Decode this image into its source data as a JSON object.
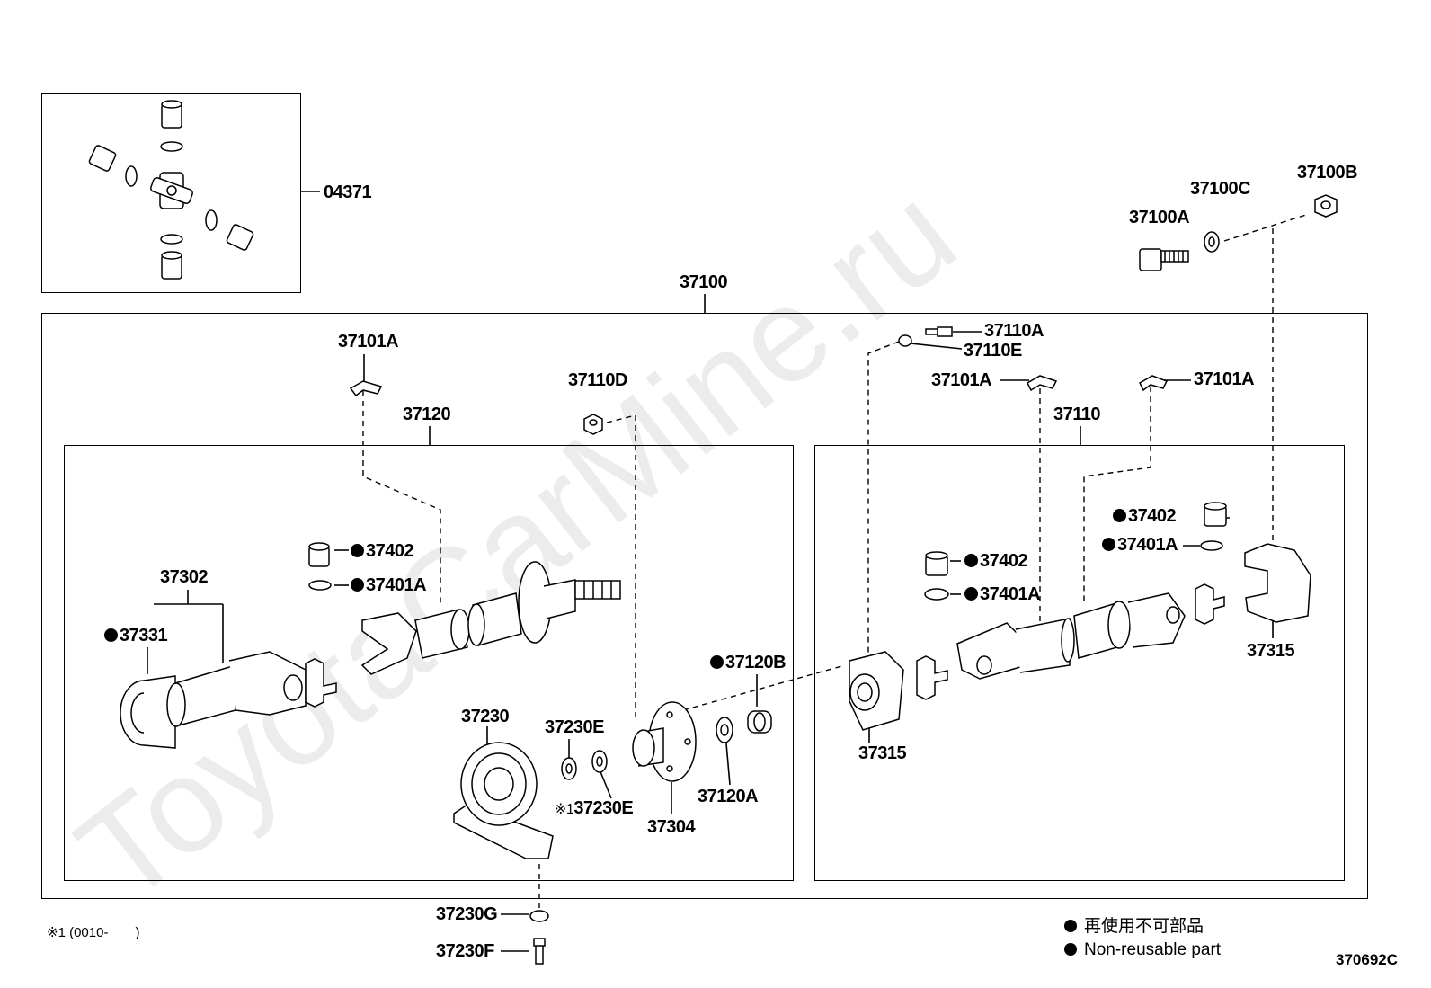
{
  "diagram": {
    "parts": {
      "p04371": "04371",
      "p37100": "37100",
      "p37100A": "37100A",
      "p37100B": "37100B",
      "p37100C": "37100C",
      "p37101A_left": "37101A",
      "p37101A_mid": "37101A",
      "p37101A_right": "37101A",
      "p37110": "37110",
      "p37110A": "37110A",
      "p37110D": "37110D",
      "p37110E": "37110E",
      "p37120": "37120",
      "p37120A": "37120A",
      "p37120B": "37120B",
      "p37230": "37230",
      "p37230E_a": "37230E",
      "p37230E_b": "37230E",
      "p37230E_b_prefix": "※1",
      "p37230F": "37230F",
      "p37230G": "37230G",
      "p37302": "37302",
      "p37304": "37304",
      "p37315_left": "37315",
      "p37315_right": "37315",
      "p37331": "37331",
      "p37401A_left": "37401A",
      "p37401A_mid": "37401A",
      "p37401A_right": "37401A",
      "p37402_left": "37402",
      "p37402_mid": "37402",
      "p37402_right": "37402"
    },
    "footnote": "※1 (0010-　　)",
    "legend": {
      "jp": "再使用不可部品",
      "en": "Non-reusable part"
    },
    "figure_code": "370692C",
    "watermark": "ToyotaCarMine.ru"
  }
}
